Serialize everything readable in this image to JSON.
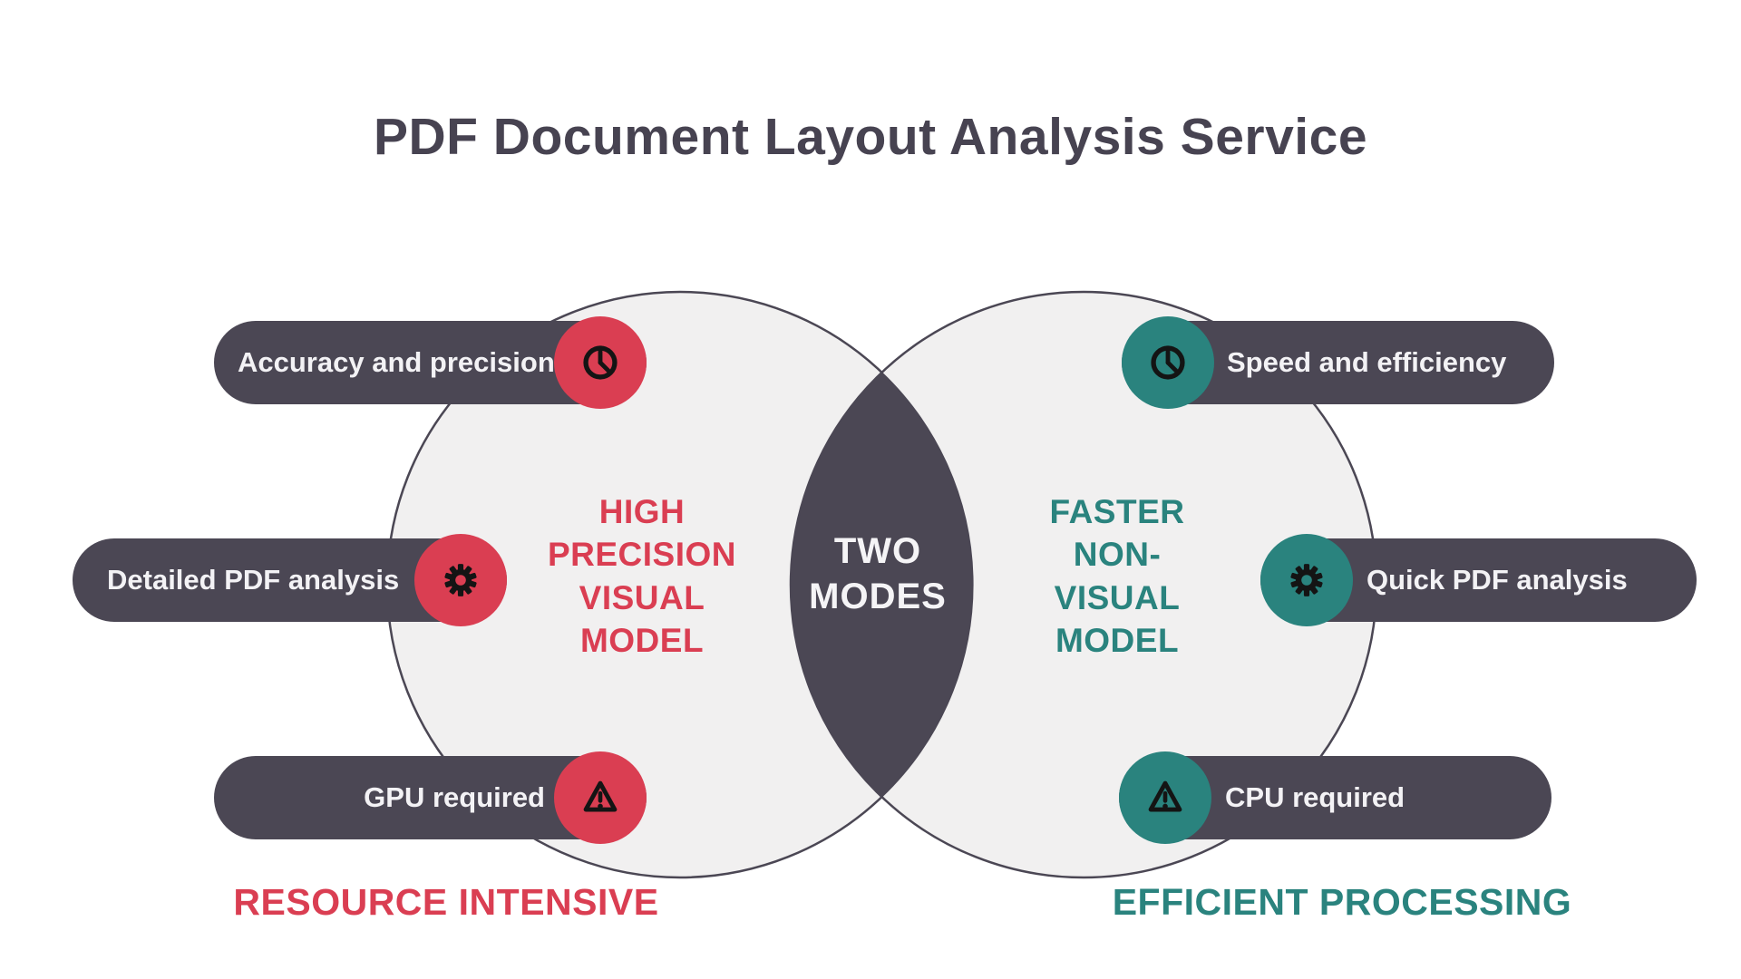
{
  "title": "PDF Document Layout Analysis Service",
  "venn": {
    "left_circle": {
      "lines": [
        "HIGH",
        "PRECISION",
        "VISUAL",
        "MODEL"
      ],
      "footer": "RESOURCE INTENSIVE",
      "color": "#da3e52"
    },
    "right_circle": {
      "lines": [
        "FASTER",
        "NON-",
        "VISUAL",
        "MODEL"
      ],
      "footer": "EFFICIENT PROCESSING",
      "color": "#2a837e"
    },
    "center_overlap": {
      "lines": [
        "TWO",
        "MODES"
      ],
      "color": "#4b4754"
    }
  },
  "pills": [
    {
      "label": "Accuracy and precision",
      "icon": "clock-icon",
      "side": "left",
      "accent": "#da3e52"
    },
    {
      "label": "Detailed PDF analysis",
      "icon": "gear-icon",
      "side": "left",
      "accent": "#da3e52"
    },
    {
      "label": "GPU required",
      "icon": "warning-icon",
      "side": "left",
      "accent": "#da3e52"
    },
    {
      "label": "Speed and efficiency",
      "icon": "clock-icon",
      "side": "right",
      "accent": "#2a837e"
    },
    {
      "label": "Quick PDF analysis",
      "icon": "gear-icon",
      "side": "right",
      "accent": "#2a837e"
    },
    {
      "label": "CPU required",
      "icon": "warning-icon",
      "side": "right",
      "accent": "#2a837e"
    }
  ],
  "colors": {
    "slate": "#4b4754",
    "red": "#da3e52",
    "teal": "#2a837e",
    "circle_fill": "#f1f0f0",
    "pill_text": "#f3f2f5",
    "background": "#ffffff"
  }
}
